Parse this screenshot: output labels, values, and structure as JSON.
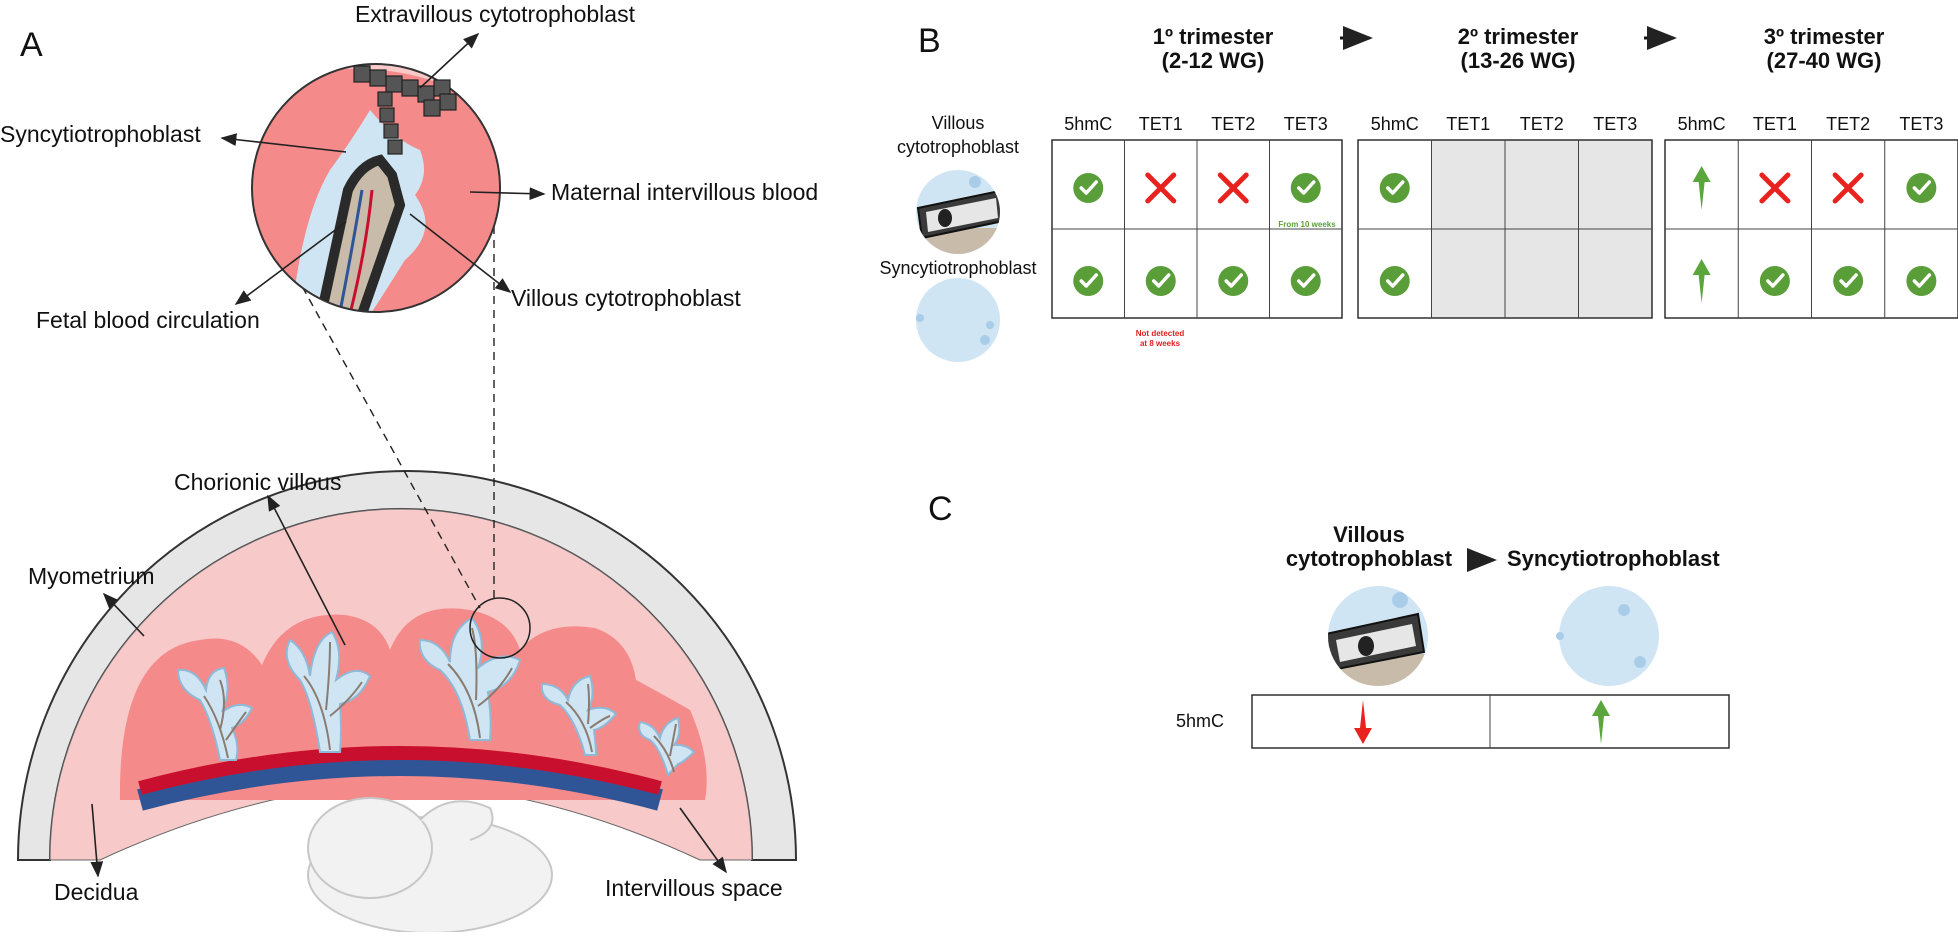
{
  "panel_a": {
    "letter": "A",
    "labels": {
      "extravillous": "Extravillous cytotrophoblast",
      "syncytio": "Syncytiotrophoblast",
      "maternal": "Maternal intervillous blood",
      "fetal": "Fetal blood circulation",
      "villous_cyto": "Villous cytotrophoblast",
      "chorionic": "Chorionic villous",
      "myometrium": "Myometrium",
      "decidua": "Decidua",
      "intervillous": "Intervillous space"
    }
  },
  "panel_b": {
    "letter": "B",
    "trimesters": [
      {
        "name": "1º trimester",
        "range": "(2-12 WG)"
      },
      {
        "name": "2º trimester",
        "range": "(13-26 WG)"
      },
      {
        "name": "3º trimester",
        "range": "(27-40 WG)"
      }
    ],
    "columns": [
      "5hmC",
      "TET1",
      "TET2",
      "TET3"
    ],
    "rows": [
      {
        "label": "Villous\ncytotrophoblast",
        "cells": [
          [
            "check",
            "cross",
            "cross",
            "check"
          ],
          [
            "check",
            "none",
            "none",
            "none"
          ],
          [
            "up",
            "cross",
            "cross",
            "check"
          ]
        ],
        "notes": [
          {
            "block": 0,
            "col": 3,
            "text": "From 10 weeks",
            "color": "#5a9e3a"
          }
        ]
      },
      {
        "label": "Syncytiotrophoblast",
        "cells": [
          [
            "check",
            "check",
            "check",
            "check"
          ],
          [
            "check",
            "none",
            "none",
            "none"
          ],
          [
            "up",
            "check",
            "check",
            "check"
          ]
        ],
        "notes": [
          {
            "block": 0,
            "col": 1,
            "text": "Not detected\nat 8 weeks",
            "color": "#e02020"
          }
        ]
      }
    ],
    "row_label_villous_1": "Villous",
    "row_label_villous_2": "cytotrophoblast",
    "row_label_syncytio": "Syncytiotrophoblast",
    "note_from10": "From 10 weeks",
    "note_not8_1": "Not detected",
    "note_not8_2": "at 8 weeks"
  },
  "panel_c": {
    "letter": "C",
    "from_1": "Villous",
    "from_2": "cytotrophoblast",
    "to": "Syncytiotrophoblast",
    "row_label": "5hmC",
    "cells": [
      "down",
      "up"
    ]
  },
  "colors": {
    "check_green": "#5a9e3a",
    "cross_red": "#e8231f",
    "arrow_green": "#5aa63c",
    "arrow_red": "#e8231f",
    "grey_cell": "#e6e6e6",
    "cell_bg_blue": "#cfe5f3",
    "maternal_pink": "#f48a8a",
    "decidua_pink": "#f7c9c9",
    "myometrium_grey": "#e6e6e6",
    "chorionic_red": "#c8102e",
    "chorionic_blue": "#2f5597"
  }
}
